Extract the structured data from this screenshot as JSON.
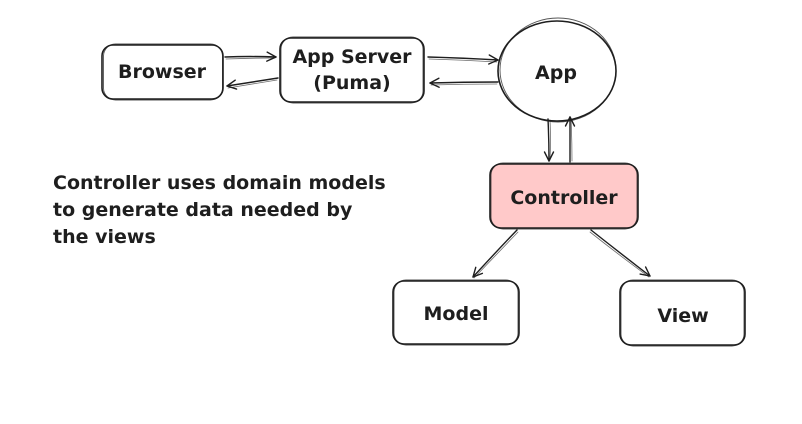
{
  "nodes": {
    "browser": {
      "label": "Browser"
    },
    "app_server": {
      "label_line1": "App Server",
      "label_line2": "(Puma)"
    },
    "app": {
      "label": "App"
    },
    "controller": {
      "label": "Controller",
      "fill": "#ffc9c9"
    },
    "model": {
      "label": "Model"
    },
    "view": {
      "label": "View"
    }
  },
  "note": {
    "lines": [
      "Controller uses domain models",
      "to generate data needed by",
      "the views"
    ]
  },
  "colors": {
    "stroke": "#1e1e1e",
    "background": "#ffffff",
    "controller_fill": "#ffc9c9"
  }
}
